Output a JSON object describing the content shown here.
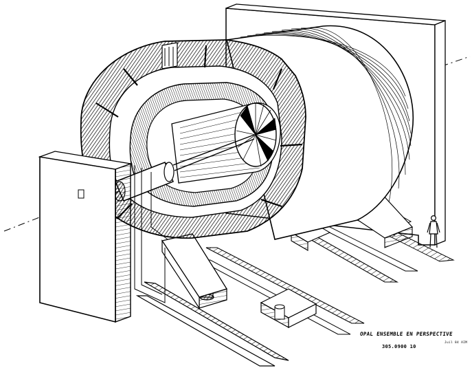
{
  "figure": {
    "caption": {
      "title": "OPAL ENSEMBLE EN PERSPECTIVE",
      "reference": "305.0900 10",
      "date": "Juil 84 AIM"
    },
    "colors": {
      "ink": "#000000",
      "paper": "#ffffff",
      "hatch": "#222222"
    },
    "parts": [
      "beam-axis-line",
      "back-shielding-wall",
      "front-shielding-wall",
      "magnet-yoke-barrel",
      "electromagnetic-calorimeter",
      "central-detector",
      "end-cap-detector",
      "beam-pipe",
      "support-rails",
      "support-cradle",
      "human-figure"
    ]
  }
}
